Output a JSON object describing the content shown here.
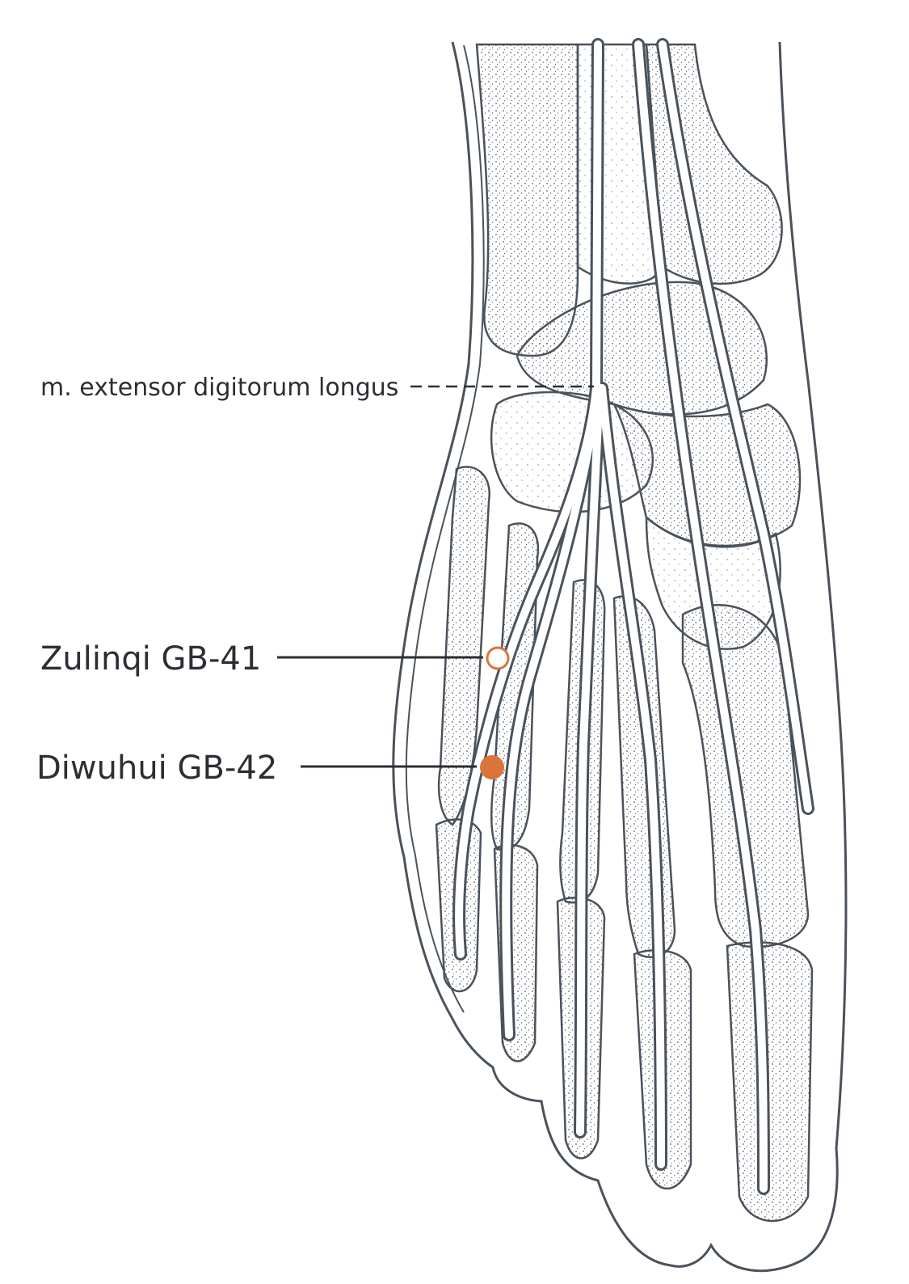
{
  "labels": {
    "muscle": "m. extensor digitorum longus",
    "point_41": "Zulinqi GB-41",
    "point_42": "Diwuhui GB-42"
  },
  "colors": {
    "outline": "#4a525b",
    "bone_fill": "#f7f7f6",
    "stipple": "#5b626a",
    "tendon_fill": "#ffffff",
    "text": "#2b2f33",
    "acupoint": "#d9743a"
  },
  "acupoints": [
    {
      "name": "Zulinqi GB-41",
      "style": "open"
    },
    {
      "name": "Diwuhui GB-42",
      "style": "filled"
    }
  ]
}
